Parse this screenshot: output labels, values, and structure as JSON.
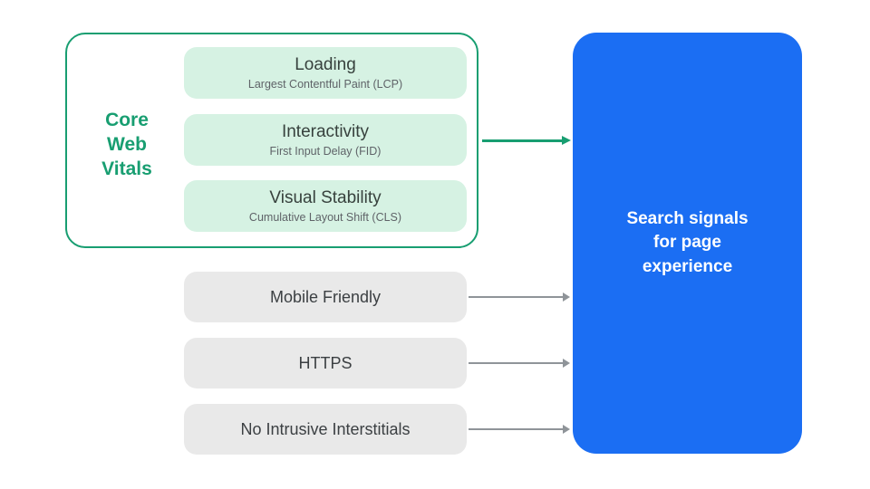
{
  "colors": {
    "green": "#189e71",
    "green_light": "#d6f2e3",
    "pill_title": "#37413d",
    "pill_subtitle": "#5f6368",
    "gray_pill": "#e9e9e9",
    "gray_text": "#3c4043",
    "blue": "#1b6ef3",
    "arrow_gray": "#8f9499",
    "white": "#ffffff"
  },
  "core_web_vitals": {
    "label": "Core Web Vitals",
    "items": [
      {
        "title": "Loading",
        "subtitle": "Largest Contentful Paint (LCP)"
      },
      {
        "title": "Interactivity",
        "subtitle": "First Input Delay (FID)"
      },
      {
        "title": "Visual Stability",
        "subtitle": "Cumulative Layout Shift (CLS)"
      }
    ]
  },
  "other_signals": [
    {
      "label": "Mobile Friendly"
    },
    {
      "label": "HTTPS"
    },
    {
      "label": "No Intrusive Interstitials"
    }
  ],
  "result": {
    "label": "Search signals for page experience"
  }
}
